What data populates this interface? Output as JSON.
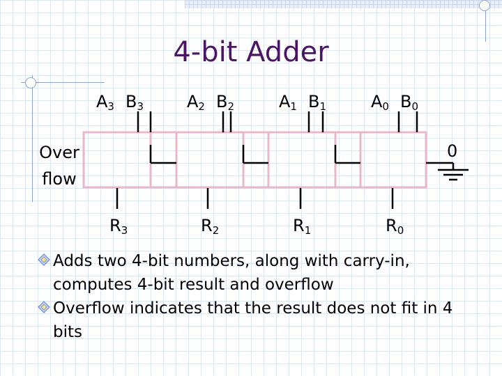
{
  "title": "4-bit Adder",
  "inputs": [
    {
      "a": "A",
      "a_sub": "3",
      "b": "B",
      "b_sub": "3"
    },
    {
      "a": "A",
      "a_sub": "2",
      "b": "B",
      "b_sub": "2"
    },
    {
      "a": "A",
      "a_sub": "1",
      "b": "B",
      "b_sub": "1"
    },
    {
      "a": "A",
      "a_sub": "0",
      "b": "B",
      "b_sub": "0"
    }
  ],
  "outputs": [
    {
      "r": "R",
      "r_sub": "3"
    },
    {
      "r": "R",
      "r_sub": "2"
    },
    {
      "r": "R",
      "r_sub": "1"
    },
    {
      "r": "R",
      "r_sub": "0"
    }
  ],
  "overflow_label_line1": "Over",
  "overflow_label_line2": "flow",
  "carry_in_label": "0",
  "bullets": [
    "Adds two 4-bit numbers, along with carry-in, computes 4-bit result and overflow",
    "Overflow indicates that the result does not fit in 4 bits"
  ],
  "colors": {
    "title": "#4b1566",
    "box": "#e8b7c8",
    "wire": "#000000",
    "grid": "#dde6f5",
    "bullet_icon": "#6a8ad6"
  }
}
